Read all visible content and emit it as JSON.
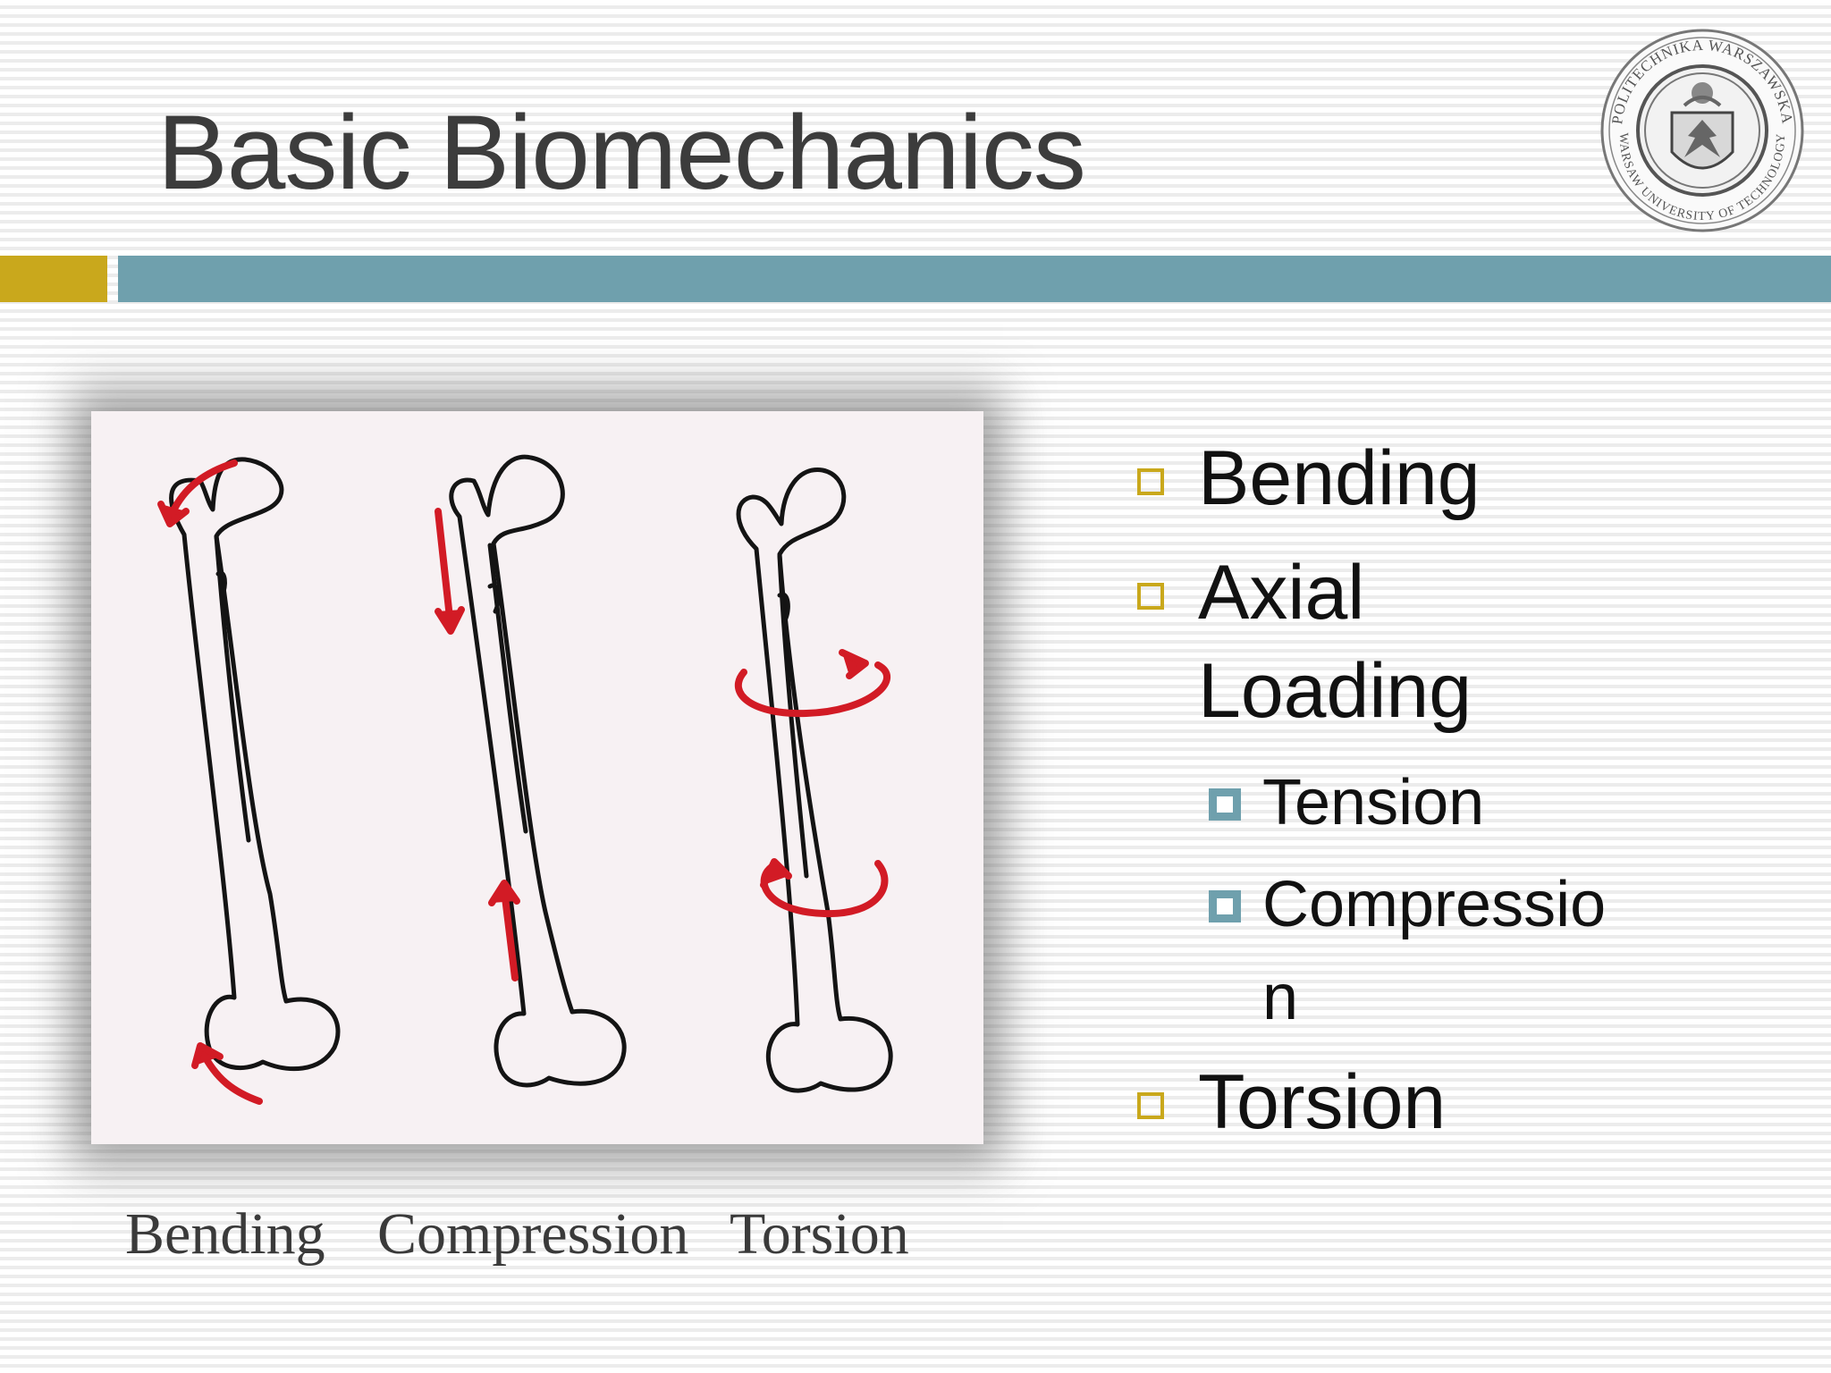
{
  "slide": {
    "title": "Basic Biomechanics",
    "logo": {
      "text_top": "POLITECHNIKA WARSZAWSKA",
      "text_bottom": "WARSAW UNIVERSITY OF TECHNOLOGY"
    },
    "accent_colors": {
      "gold": "#c9a81c",
      "teal": "#6fa0ad",
      "arrow_red": "#d21b25"
    }
  },
  "figure": {
    "captions": [
      "Bending",
      "Compression",
      "Torsion"
    ]
  },
  "bullets": [
    {
      "text": "Bending",
      "level": 1
    },
    {
      "text": "Axial Loading",
      "level": 1
    },
    {
      "text": "Tension",
      "level": 2
    },
    {
      "text": "Compression",
      "level": 2
    },
    {
      "text": "Torsion",
      "level": 1
    }
  ]
}
